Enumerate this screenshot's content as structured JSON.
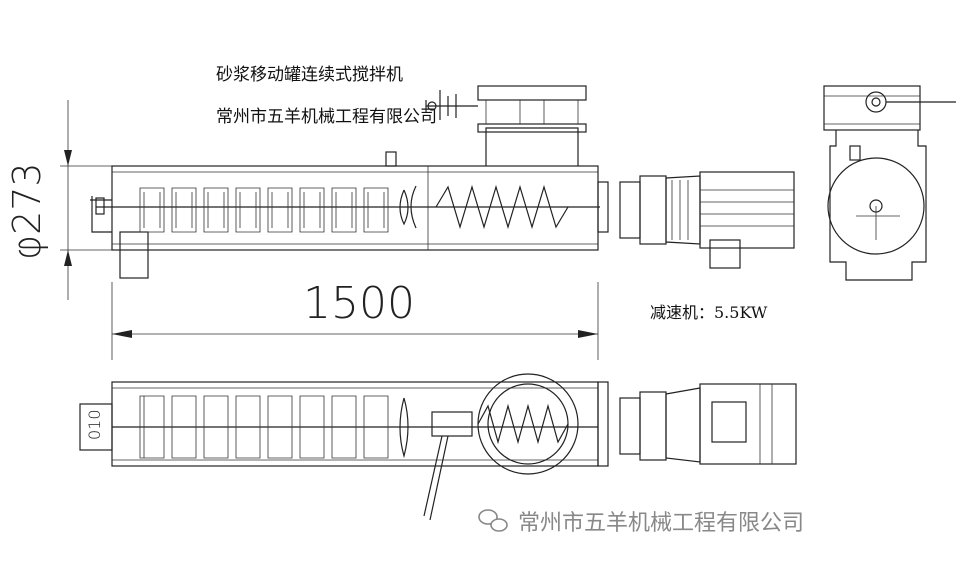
{
  "title_line1": "砂浆移动罐连续式搅拌机",
  "title_line2": "常州市五羊机械工程有限公司",
  "dim_diameter": "φ273",
  "dim_length": "1500",
  "motor_label": "减速机：5.5KW",
  "dim_side": "010",
  "watermark": "常州市五羊机械工程有限公司",
  "watermark_icon": "wechat-icon"
}
